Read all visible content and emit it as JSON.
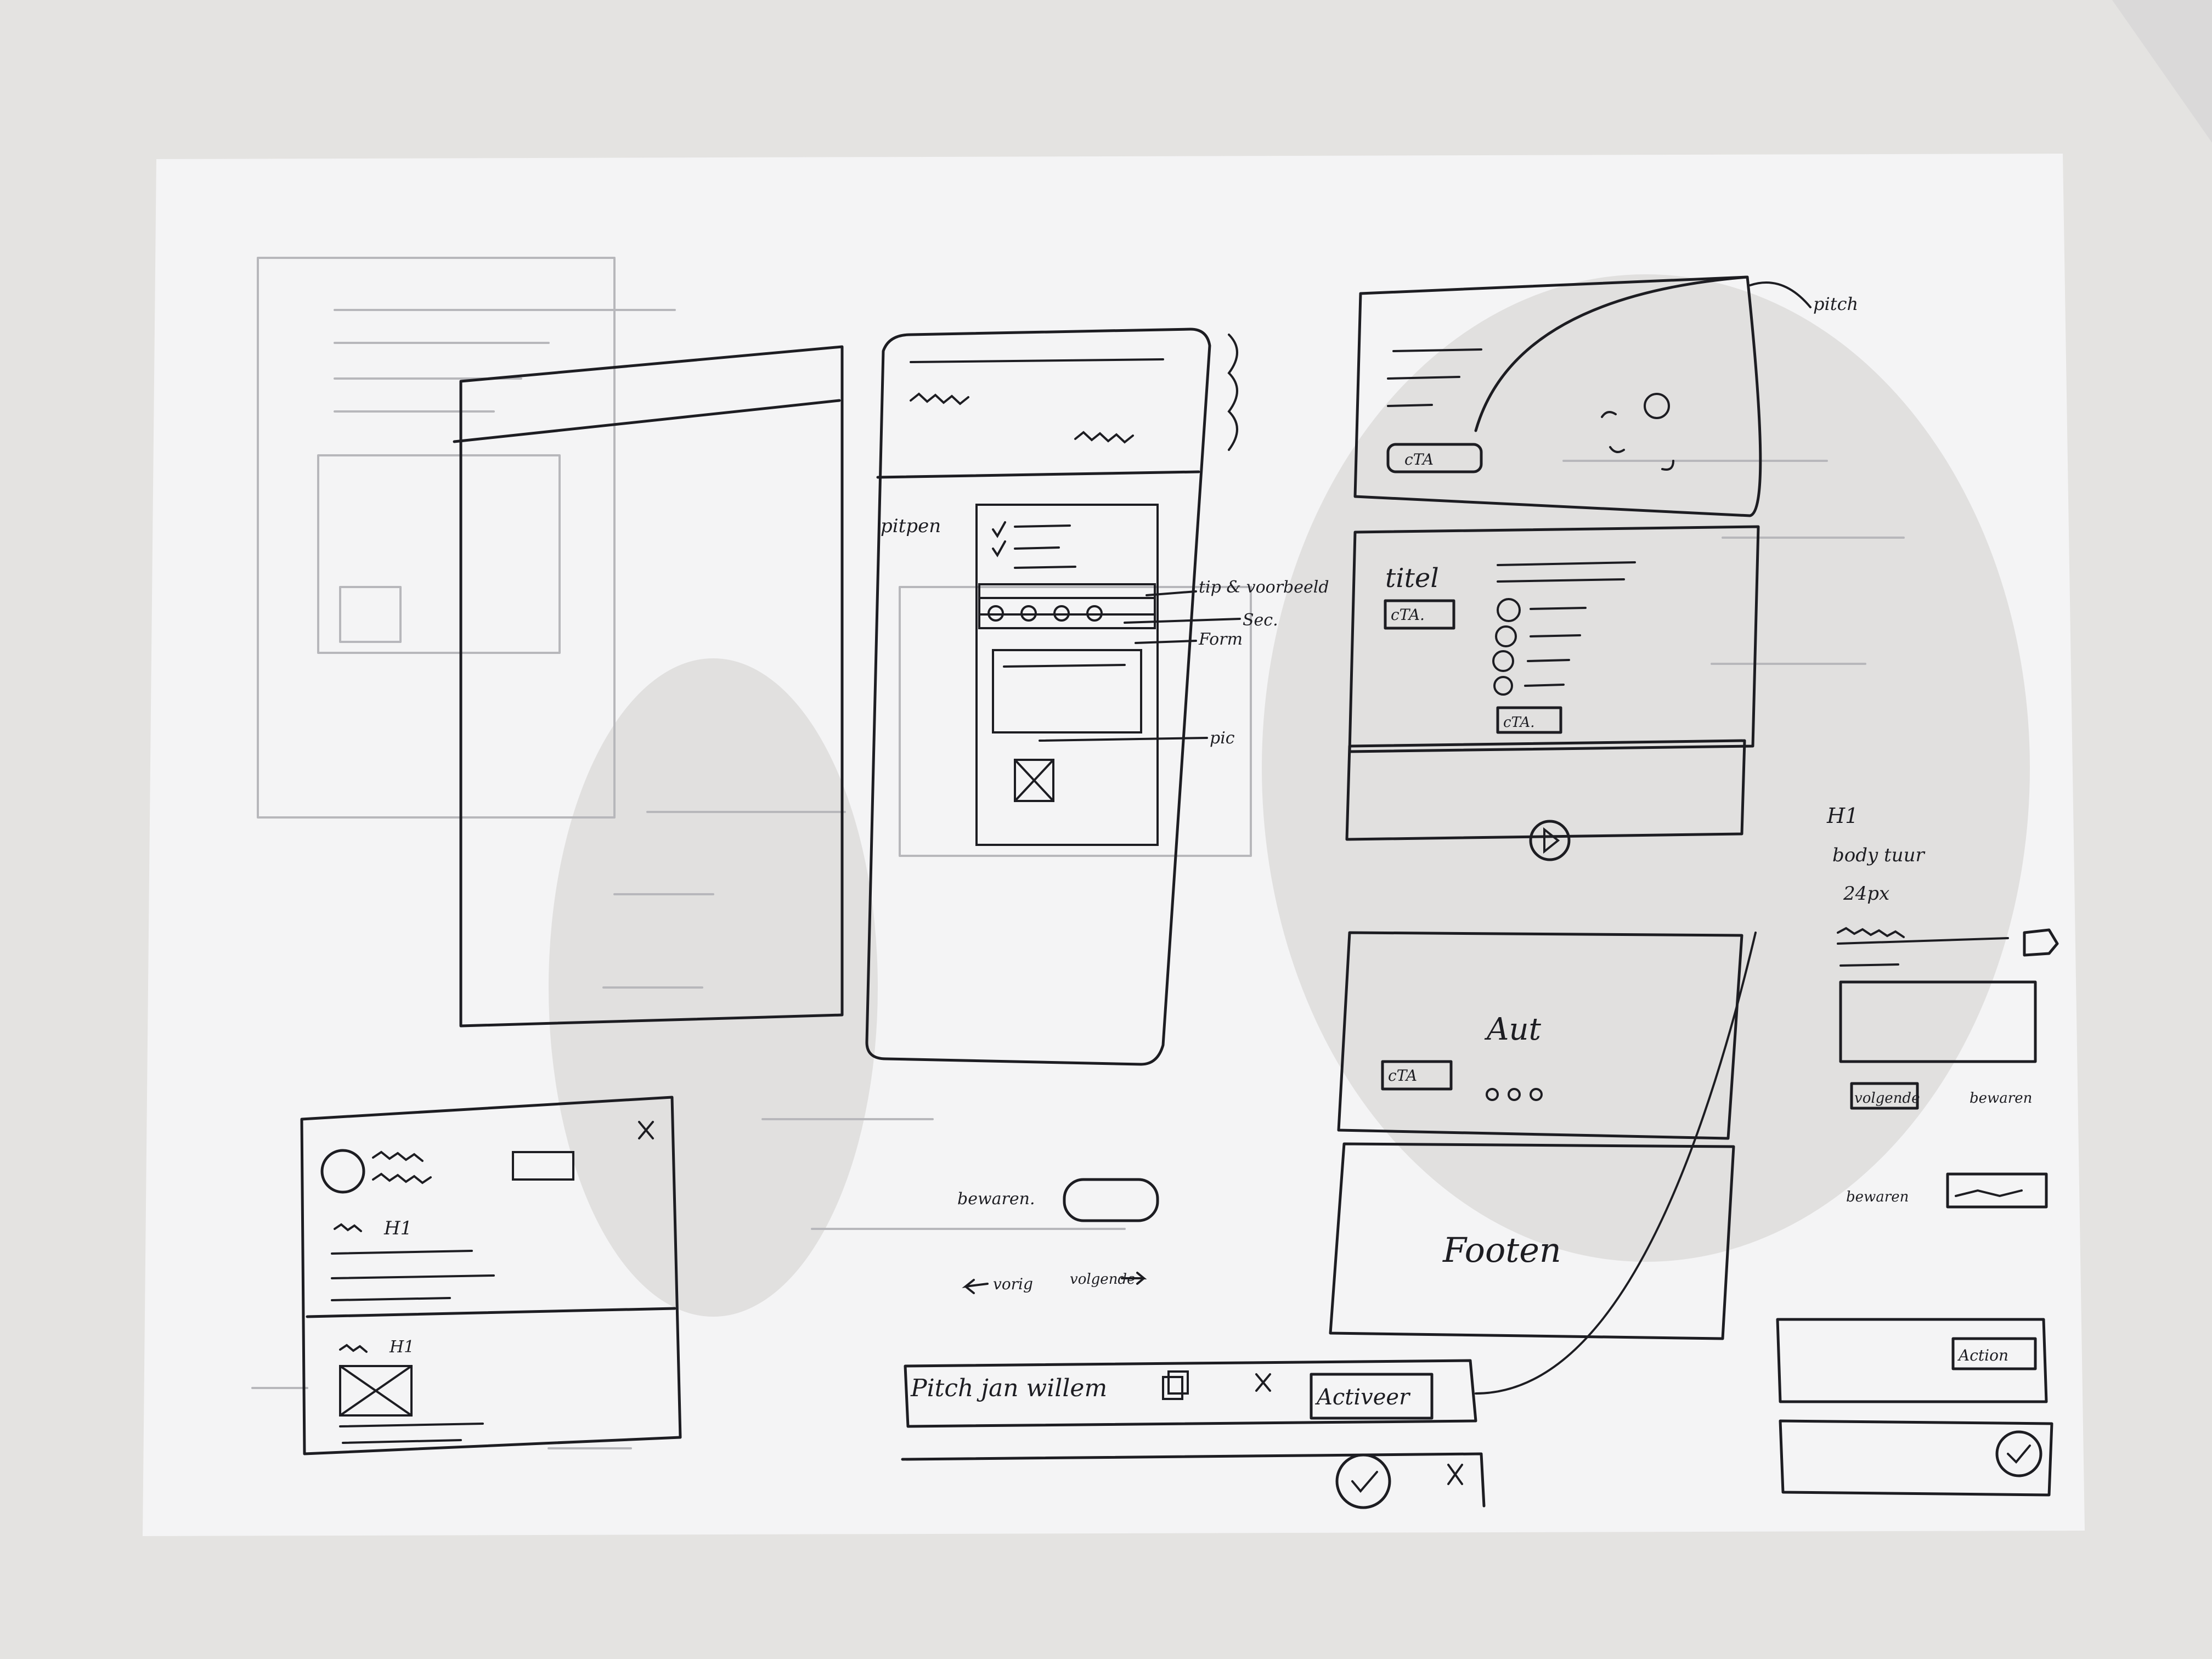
{
  "sketch": {
    "labels": {
      "pitch_top": "pitch",
      "pitch_side": "pitpen",
      "tip_voorbeeld": "tip & voorbeeld",
      "sec": "Sec.",
      "form": "Form",
      "pic": "pic",
      "titel": "titel",
      "cta": "cTA",
      "cta2": "cTA.",
      "quote": "Aut",
      "footer": "Footen",
      "bewaren_left": "bewaren.",
      "vorig": "vorig",
      "volgende": "volgende",
      "h1_right": "H1",
      "bodytext": "body tuur",
      "size": "24px",
      "volgende_btn": "volgende",
      "bewaren_btn": "bewaren",
      "bewaren_right": "bewaren",
      "h1_card_a": "H1",
      "h1_card_b": "H1",
      "pitch_bar": "Pitch jan willem",
      "actions_btn": "Activeer",
      "action_small": "Action"
    },
    "icons": [
      "close-icon",
      "check-circle-icon",
      "copy-icon",
      "play-icon",
      "image-placeholder-icon",
      "avatar-icon"
    ]
  }
}
